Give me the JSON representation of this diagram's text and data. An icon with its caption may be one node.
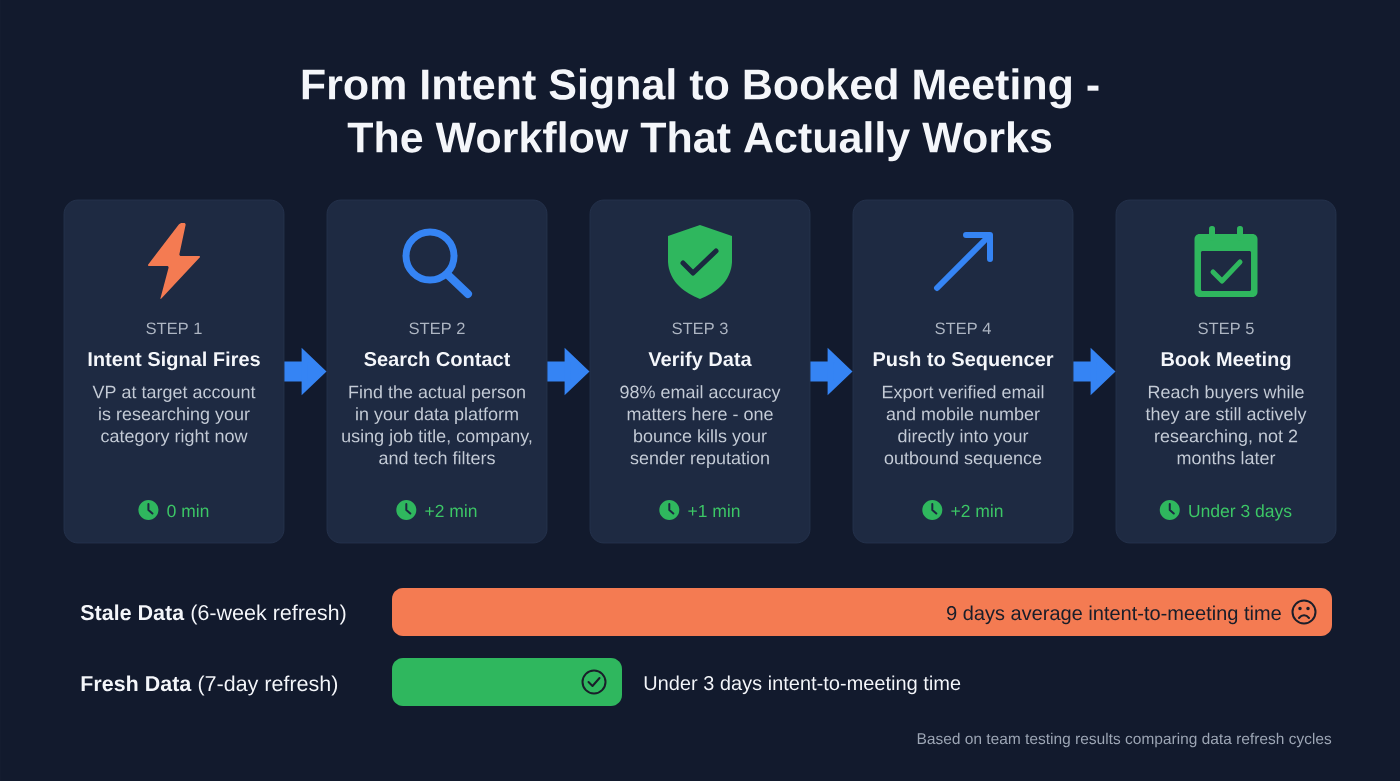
{
  "diagram": {
    "title": "From Intent Signal to Booked Meeting - The Workflow That Actually Works",
    "nodes": [
      {
        "text": [
          "STEP 1",
          "Intent Signal Fires",
          "VP at target account is researching your category right now",
          "0 min"
        ]
      },
      {
        "text": [
          "STEP 2",
          "Search Contact",
          "Find the actual person in your data platform using job title, company, and tech filters",
          "+2 min"
        ]
      },
      {
        "text": [
          "STEP 3",
          "Verify Data",
          "98% email accuracy matters here - one bounce kills your sender reputation",
          "+1 min"
        ]
      },
      {
        "text": [
          "STEP 4",
          "Push to Sequencer",
          "Export verified email and mobile number directly into your outbound sequence",
          "+2 min"
        ]
      },
      {
        "text": [
          "STEP 5",
          "Book Meeting",
          "Reach buyers while they are still actively researching, not 2 months later",
          "Under 3 days"
        ]
      },
      {
        "text": [
          "9 days average intent-to-meeting time"
        ]
      },
      {
        "text": [],
        "shape": "bar",
        "beside": [
          "Under 3 days intent-to-meeting time"
        ]
      }
    ],
    "edges": [
      {
        "from": 0,
        "to": 1,
        "arrow": "to"
      },
      {
        "from": 1,
        "to": 2,
        "arrow": "to"
      },
      {
        "from": 2,
        "to": 3,
        "arrow": "to"
      },
      {
        "from": 3,
        "to": 4,
        "arrow": "to"
      }
    ],
    "labels": [
      "**Stale Data** (6-week refresh)",
      "**Fresh Data** (7-day refresh)"
    ],
    "caption": "Based on team testing results comparing data refresh cycles"
  }
}
